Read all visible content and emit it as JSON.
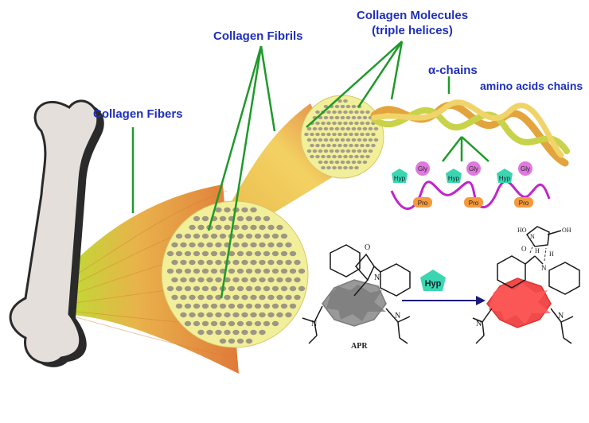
{
  "labels": {
    "collagen_fibers": "Collagen Fibers",
    "collagen_fibrils": "Collagen Fibrils",
    "collagen_molecules_line1": "Collagen Molecules",
    "collagen_molecules_line2": "(triple helices)",
    "alpha_chains": "α-chains",
    "amino_acids_chains": "amino acids chains"
  },
  "residues": {
    "hyp": "Hyp",
    "gly": "Gly",
    "pro": "Pro"
  },
  "probe": {
    "name": "APR",
    "reagent": "Hyp",
    "atom_o": "O",
    "atom_n": "N",
    "atom_h": "H",
    "atom_oh": "OH",
    "atom_ho": "HO"
  },
  "colors": {
    "label_blue": "#1f2fb8",
    "pointer_green": "#1e9a2a",
    "bone_fill": "#e5dfdc",
    "bone_outline": "#2a2a2a",
    "fibril_yellow": "#f1ef9a",
    "fiber_orange": "#e8944a",
    "hyp_teal": "#3bd6b0",
    "gly_pink": "#e079de",
    "pro_orange": "#f59a3b",
    "chain_magenta": "#c026c8",
    "apr_gray": "#8e8e8e",
    "product_red": "#ef3b3b",
    "arrow_navy": "#1a1a7a"
  }
}
